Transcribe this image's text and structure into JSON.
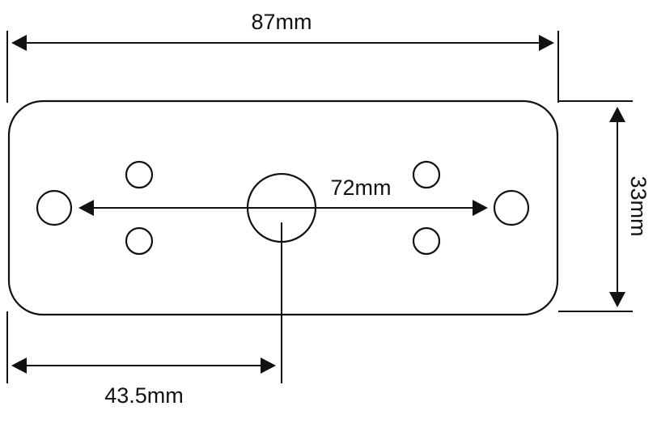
{
  "diagram": {
    "type": "technical-dimension-drawing",
    "subject": "rounded rectangular mounting plate with holes",
    "colors": {
      "stroke": "#111111",
      "background": "#ffffff"
    },
    "dimensions": {
      "overall_width": "87mm",
      "overall_height": "33mm",
      "outer_hole_spacing": "72mm",
      "center_hole_offset": "43.5mm"
    },
    "holes": {
      "center_large": 1,
      "outer_side": 2,
      "small_mounting": 4
    }
  }
}
